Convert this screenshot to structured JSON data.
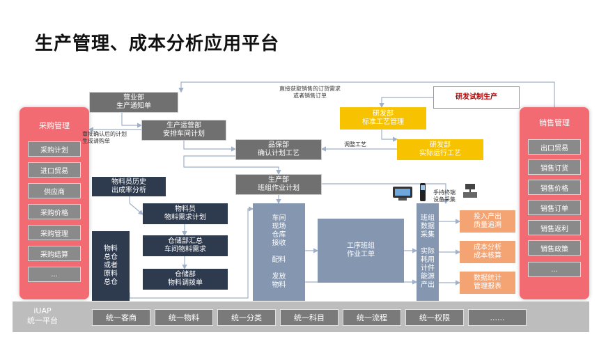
{
  "title": "生产管理、成本分析应用平台",
  "purchase": {
    "title": "采购管理",
    "items": [
      "采购计划",
      "进口贸易",
      "供应商",
      "采购价格",
      "采购管理",
      "采购结算",
      "..."
    ]
  },
  "sales": {
    "title": "销售管理",
    "items": [
      "出口贸易",
      "销售订货",
      "销售价格",
      "销售订单",
      "销售返利",
      "销售政策",
      "..."
    ]
  },
  "flow": {
    "yingyebu": "营业部\n生产通知单",
    "yunying": "生产运营部\n安排车间计划",
    "pinbao": "品保部\n确认计划工艺",
    "shengchan": "生产部\n班组作业计划",
    "yanfa_std": "研发部\n标准工艺管理",
    "yanfa_real": "研发部\n实际运行工艺",
    "trial": "研发试制生产",
    "wuliao_history": "物料员历史\n出成率分析",
    "wuliao_plan": "物料员\n物料需求计划",
    "cangchu_sum": "仓储部汇总\n车间物料需求",
    "cangchu_move": "仓储部\n物料调拨单",
    "zongcang": "物料\n总仓\n或者\n原料\n总仓",
    "workshop": "车间\n现场\n仓库\n接收\n\n配料\n\n发放\n物料",
    "process": "工序班组\n作业工单",
    "collect": "班组\n数据\n采集\n\n实际\n耗用\n计件\n能源\n产出",
    "out1": "投入产出\n质量追溯",
    "out2": "成本分析\n成本核算",
    "out3": "数据统计\n管理报表"
  },
  "notes": {
    "direct": "直接获取销售的订货需求\n或者销售订单",
    "approve": "审批确认后的计划\n生成请购单",
    "adjust": "调整工艺",
    "device": "手持终端\n设备采集"
  },
  "platform": {
    "label": "iUAP\n统一平台",
    "items": [
      "统一客商",
      "统一物料",
      "统一分类",
      "统一科目",
      "统一流程",
      "统一权限",
      "......"
    ]
  },
  "colors": {
    "panel": "#f26b72",
    "gray_box": "#707070",
    "navy_box": "#2e3a4e",
    "blue_box": "#8496b0",
    "yellow_box": "#f7c300",
    "orange_box": "#f4a373"
  }
}
